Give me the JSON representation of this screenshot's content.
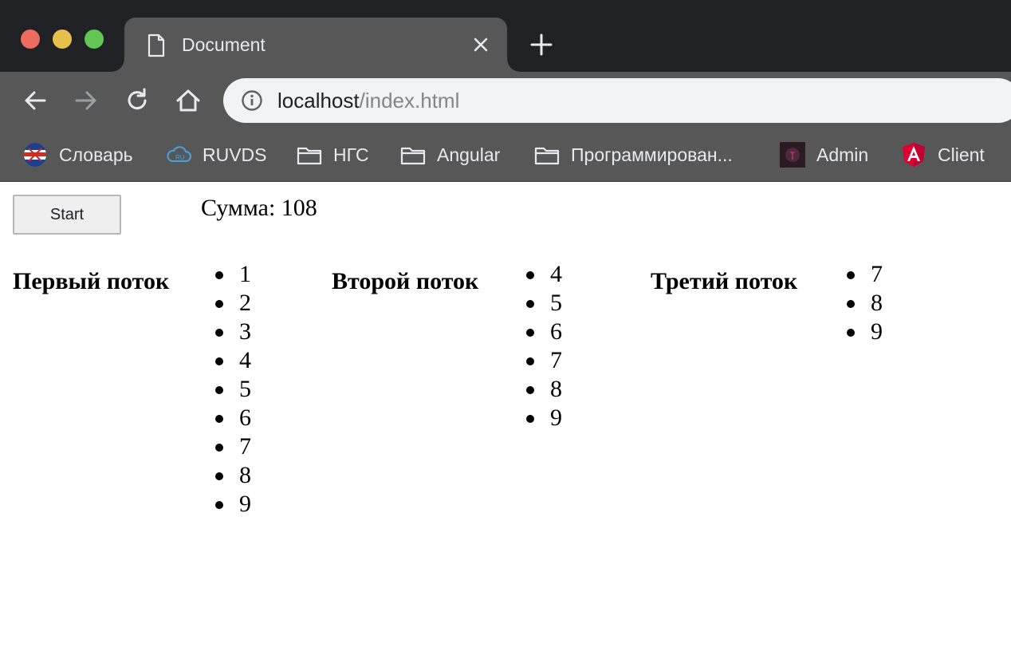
{
  "browser": {
    "tab": {
      "title": "Document",
      "icon": "document-icon"
    },
    "url": {
      "host": "localhost",
      "path": "/index.html"
    },
    "bookmarks": [
      {
        "label": "Словарь",
        "icon": "dictionary-favicon"
      },
      {
        "label": "RUVDS",
        "icon": "cloud-ru-favicon"
      },
      {
        "label": "НГС",
        "icon": "folder-icon"
      },
      {
        "label": "Angular",
        "icon": "folder-icon"
      },
      {
        "label": "Программирован...",
        "icon": "folder-icon"
      },
      {
        "label": "Admin",
        "icon": "admin-favicon"
      },
      {
        "label": "Client",
        "icon": "angular-favicon"
      }
    ]
  },
  "page": {
    "start_label": "Start",
    "sum_text": "Сумма: 108",
    "streams": [
      {
        "title": "Первый поток",
        "items": [
          "1",
          "2",
          "3",
          "4",
          "5",
          "6",
          "7",
          "8",
          "9"
        ]
      },
      {
        "title": "Второй поток",
        "items": [
          "4",
          "5",
          "6",
          "7",
          "8",
          "9"
        ]
      },
      {
        "title": "Третий поток",
        "items": [
          "7",
          "8",
          "9"
        ]
      }
    ]
  },
  "colors": {
    "titlebar": "#202124",
    "chrome": "#575757",
    "omnibox": "#f1f3f4",
    "close": "#ed6a5e",
    "minimize": "#e6c04c",
    "maximize": "#62c554"
  }
}
